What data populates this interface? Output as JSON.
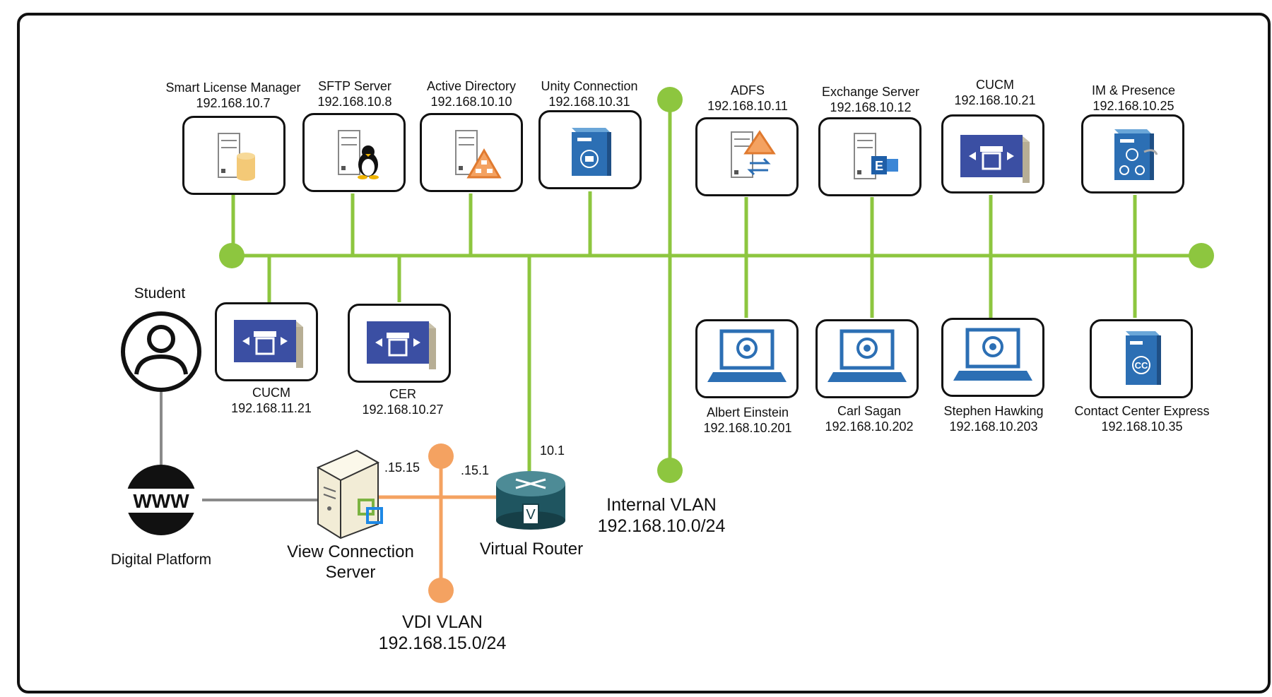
{
  "colors": {
    "lan": "#8dc63f",
    "vdi": "#f4a261",
    "link": "#8a8a8a",
    "frame": "#111111",
    "server_blue": "#2c6fb4"
  },
  "top_servers": [
    {
      "name": "Smart License Manager",
      "ip": "192.168.10.7",
      "icon": "server-database-icon"
    },
    {
      "name": "SFTP Server",
      "ip": "192.168.10.8",
      "icon": "server-linux-icon"
    },
    {
      "name": "Active Directory",
      "ip": "192.168.10.10",
      "icon": "server-directory-icon"
    },
    {
      "name": "Unity Connection",
      "ip": "192.168.10.31",
      "icon": "unity-connection-icon"
    },
    {
      "name": "ADFS",
      "ip": "192.168.10.11",
      "icon": "server-adfs-icon"
    },
    {
      "name": "Exchange Server",
      "ip": "192.168.10.12",
      "icon": "server-exchange-icon"
    },
    {
      "name": "CUCM",
      "ip": "192.168.10.21",
      "icon": "call-manager-icon"
    },
    {
      "name": "IM & Presence",
      "ip": "192.168.10.25",
      "icon": "im-presence-icon"
    }
  ],
  "lower_servers": [
    {
      "name": "CUCM",
      "ip": "192.168.11.21",
      "icon": "call-manager-icon"
    },
    {
      "name": "CER",
      "ip": "192.168.10.27",
      "icon": "call-manager-icon"
    }
  ],
  "clients": [
    {
      "name": "Albert Einstein",
      "ip": "192.168.10.201",
      "icon": "laptop-jabber-icon"
    },
    {
      "name": "Carl Sagan",
      "ip": "192.168.10.202",
      "icon": "laptop-jabber-icon"
    },
    {
      "name": "Stephen Hawking",
      "ip": "192.168.10.203",
      "icon": "laptop-jabber-icon"
    },
    {
      "name": "Contact Center Express",
      "ip": "192.168.10.35",
      "icon": "contact-center-icon"
    }
  ],
  "student": {
    "label": "Student",
    "icon": "user-icon"
  },
  "platform": {
    "label": "Digital Platform",
    "icon": "www-globe-icon"
  },
  "view_server": {
    "line1": "View Connection",
    "line2": "Server",
    "addr": ".15.15",
    "icon": "vmware-server-icon"
  },
  "router": {
    "label": "Virtual Router",
    "addr_vdi": ".15.1",
    "addr_lan": "10.1",
    "icon": "router-icon"
  },
  "internal_vlan": {
    "name": "Internal VLAN",
    "subnet": "192.168.10.0/24"
  },
  "vdi_vlan": {
    "name": "VDI VLAN",
    "subnet": "192.168.15.0/24"
  }
}
